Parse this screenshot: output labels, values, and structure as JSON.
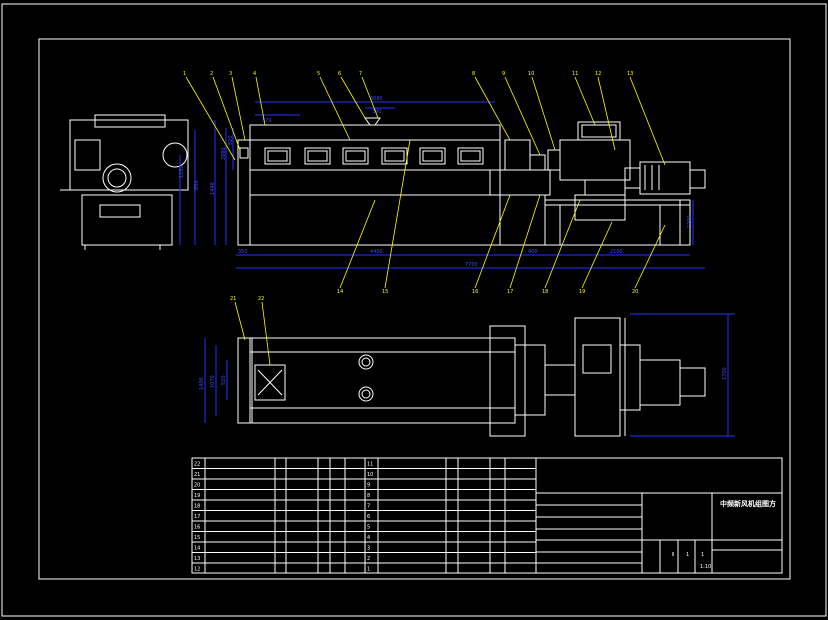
{
  "drawing": {
    "title": "中频新风机组图方",
    "scale_cells": [
      "Ⅱ",
      "1",
      "1",
      "1:10"
    ]
  },
  "part_callouts": [
    "1",
    "2",
    "3",
    "4",
    "5",
    "6",
    "7",
    "8",
    "9",
    "10",
    "11",
    "12",
    "13",
    "14",
    "15",
    "16",
    "17",
    "18",
    "19",
    "20",
    "21",
    "22"
  ],
  "dimensions": {
    "top_1": "3080",
    "top_2": "370",
    "top_3": "390",
    "left_1": "1490",
    "left_2": "2880",
    "left_3": "520",
    "side_1": "1250",
    "side_2": "850",
    "bottom_1": "350",
    "bottom_2": "4400",
    "bottom_3": "400",
    "bottom_4": "2100",
    "overall": "7700",
    "right_h": "1200",
    "plan_left_1": "1400",
    "plan_left_2": "1070",
    "plan_left_3": "520",
    "plan_right": "1700"
  },
  "parts_table": {
    "left_cols": [
      "22",
      "21",
      "20",
      "19",
      "18",
      "17",
      "16",
      "15",
      "14",
      "13",
      "12"
    ],
    "right_cols": [
      "11",
      "10",
      "9",
      "8",
      "7",
      "6",
      "5",
      "4",
      "3",
      "2",
      "1"
    ]
  },
  "colors": {
    "outline": "#ffffff",
    "dimension": "#2233ff",
    "callout": "#ffff00",
    "background": "#000000"
  }
}
